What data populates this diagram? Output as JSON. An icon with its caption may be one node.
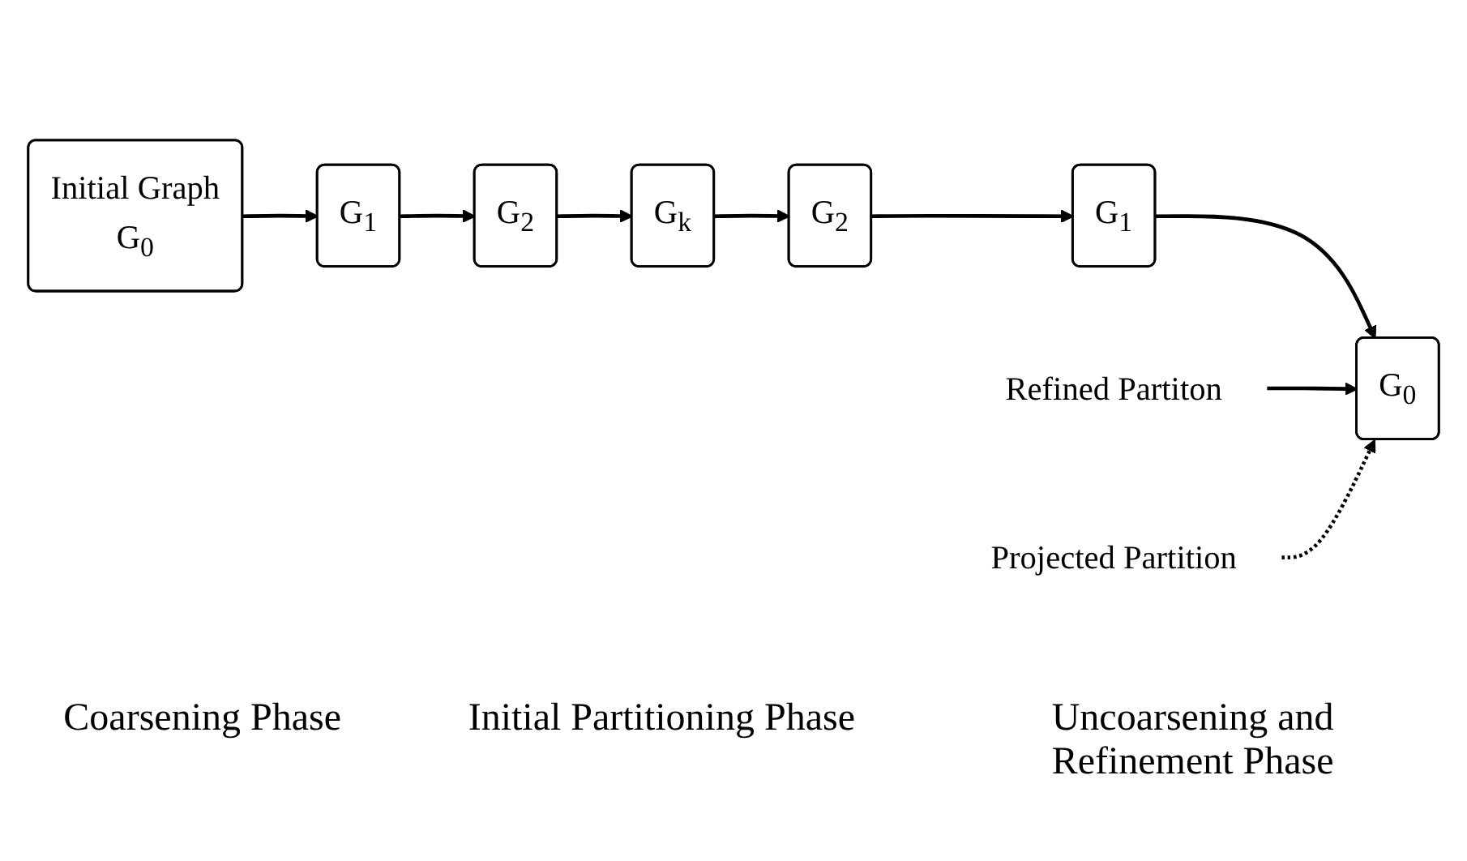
{
  "diagram": {
    "nodes": [
      {
        "text": [
          "Initial Graph",
          "G$_{0}$"
        ]
      },
      {
        "text": [
          "G$_{1}$"
        ]
      },
      {
        "text": [
          "G$_{2}$"
        ]
      },
      {
        "text": [
          "G$_{k}$"
        ]
      },
      {
        "text": [
          "G$_{2}$"
        ]
      },
      {
        "text": [
          "G$_{1}$"
        ]
      },
      {
        "text": [
          "G$_{0}$"
        ]
      },
      {
        "text": [
          "Refined Partiton"
        ]
      },
      {
        "text": [
          "Projected Partition"
        ]
      }
    ],
    "edges": [
      {
        "from": 0,
        "to": 1,
        "arrow": "to"
      },
      {
        "from": 1,
        "to": 2,
        "arrow": "to"
      },
      {
        "from": 2,
        "to": 3,
        "arrow": "to"
      },
      {
        "from": 3,
        "to": 4,
        "arrow": "to"
      },
      {
        "from": 4,
        "to": 5,
        "arrow": "to"
      },
      {
        "from": 5,
        "to": 6,
        "arrow": "to"
      },
      {
        "from": 7,
        "to": 6,
        "arrow": "to"
      },
      {
        "from": 8,
        "to": 6,
        "arrow": "to",
        "style": "dashed"
      }
    ],
    "labels": [
      "Coarsening Phase",
      "Initial Partitioning Phase",
      "Uncoarsening and Refinement Phase"
    ]
  }
}
